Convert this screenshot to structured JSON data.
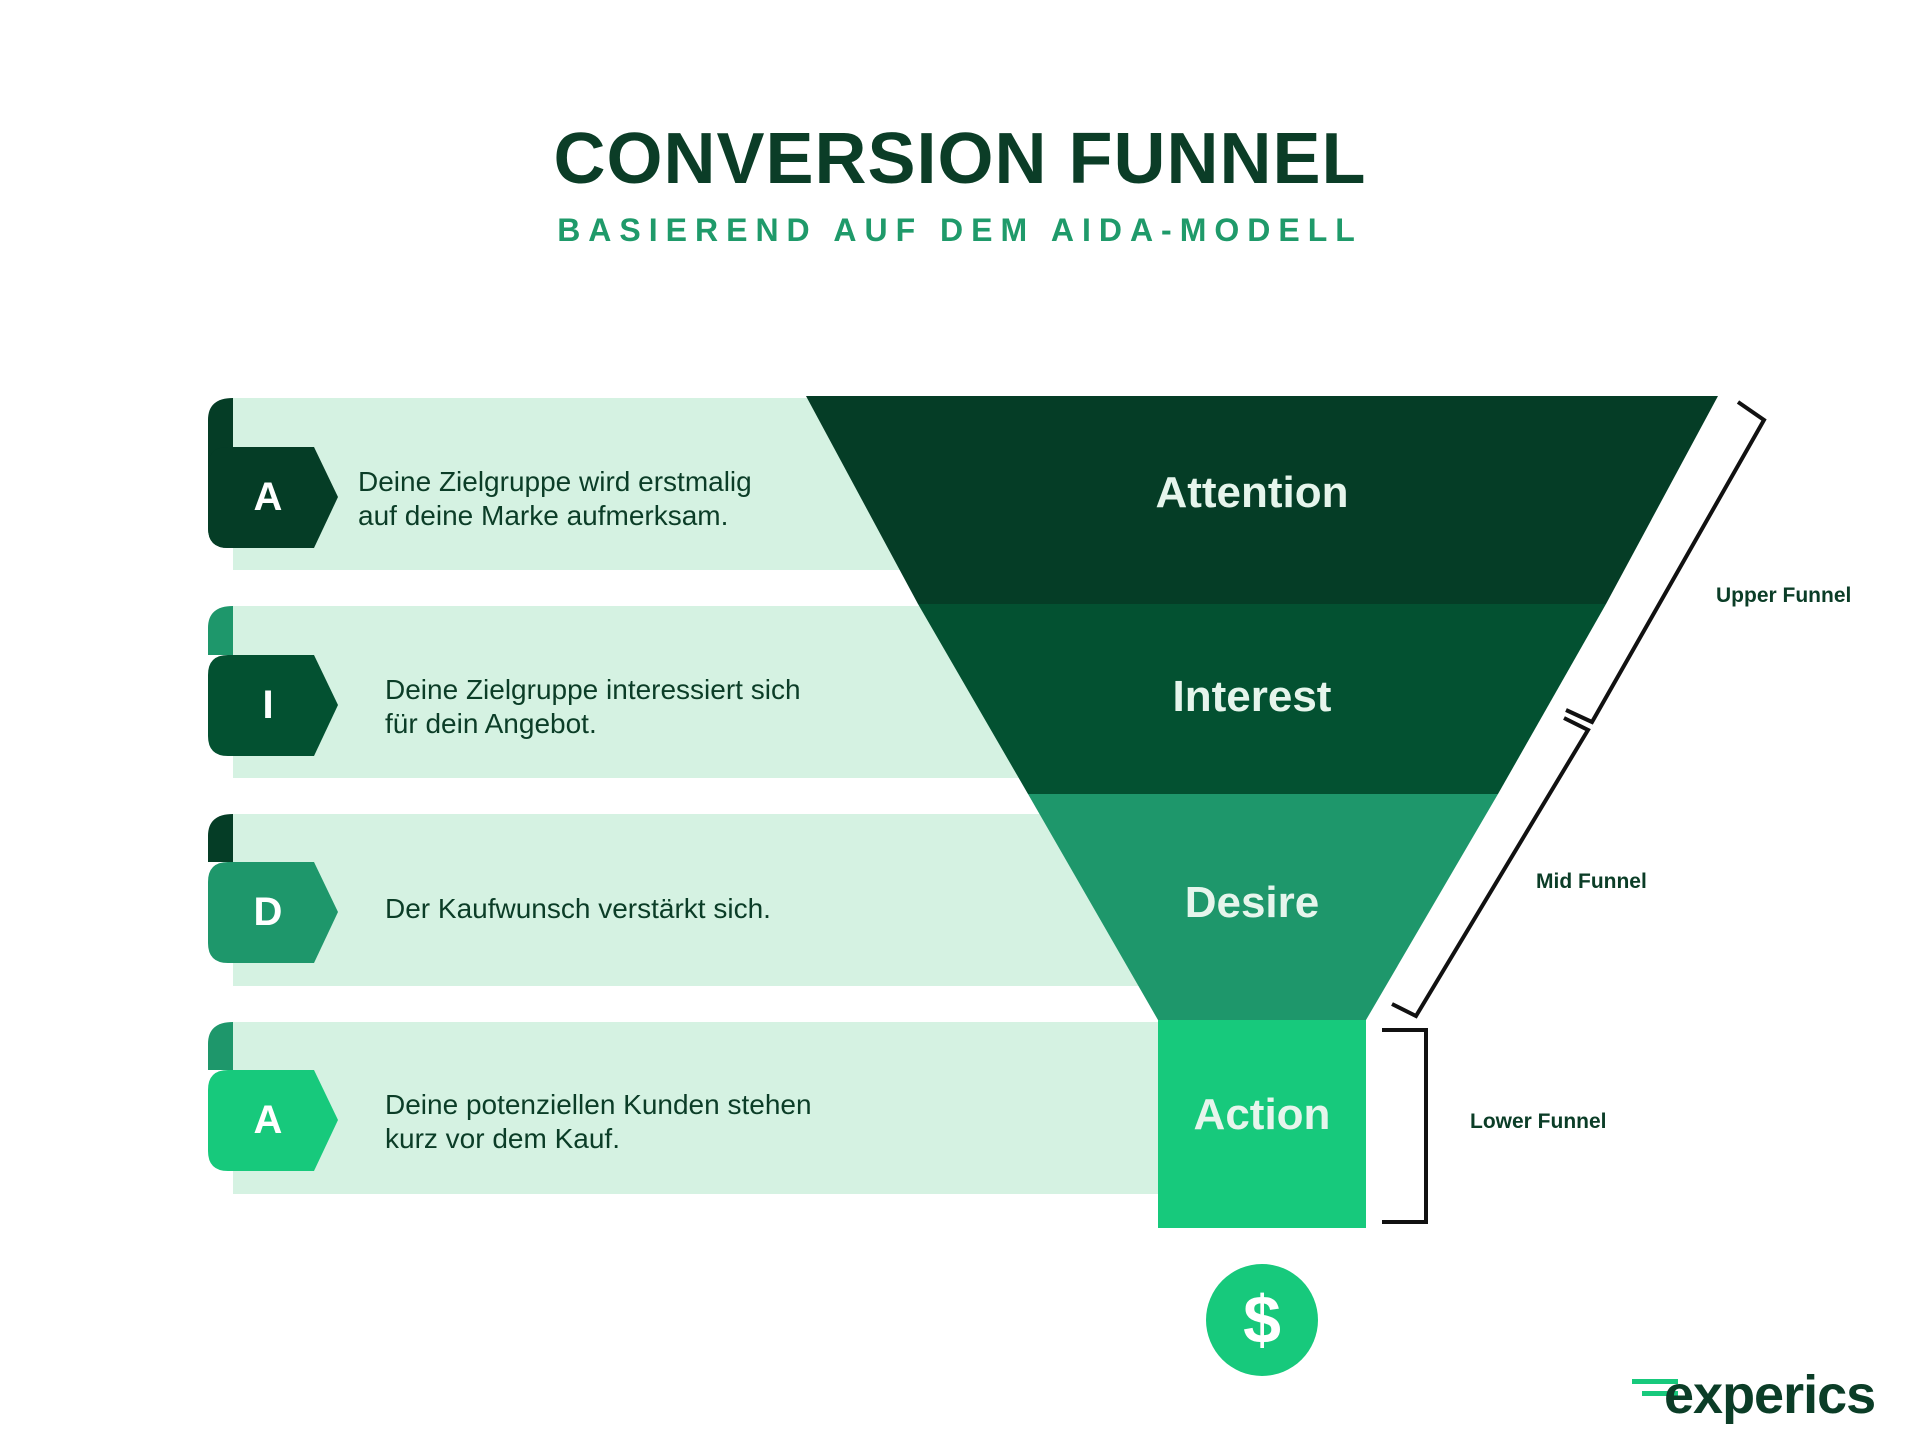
{
  "header": {
    "title": "CONVERSION FUNNEL",
    "subtitle": "BASIEREND AUF DEM AIDA-MODELL"
  },
  "colors": {
    "attention": "#053d26",
    "interest": "#035131",
    "desire": "#1e976b",
    "action": "#17c97c",
    "band": "#d5f2e2",
    "dark_text": "#0b3d27"
  },
  "stages": [
    {
      "letter": "A",
      "name": "Attention",
      "description": "Deine Zielgruppe wird erstmalig\nauf deine Marke aufmerksam."
    },
    {
      "letter": "I",
      "name": "Interest",
      "description": "Deine Zielgruppe interessiert sich\nfür dein Angebot."
    },
    {
      "letter": "D",
      "name": "Desire",
      "description": "Der Kaufwunsch verstärkt sich."
    },
    {
      "letter": "A",
      "name": "Action",
      "description": "Deine potenziellen Kunden stehen\nkurz vor dem Kauf."
    }
  ],
  "segments": {
    "upper": "Upper Funnel",
    "mid": "Mid Funnel",
    "lower": "Lower Funnel"
  },
  "result": {
    "symbol": "$",
    "icon": "dollar-icon"
  },
  "brand": {
    "logo_text": "experics"
  }
}
